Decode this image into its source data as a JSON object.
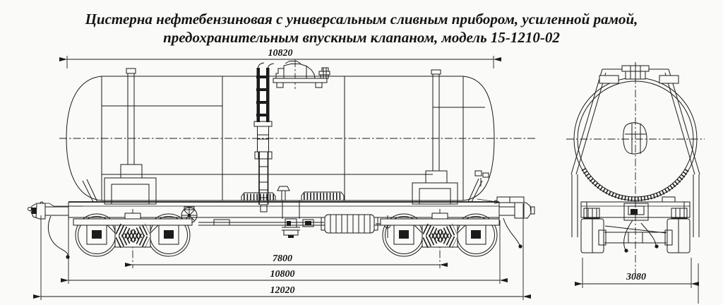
{
  "title": {
    "line1": "Цистерна нефтебензиновая с универсальным сливным прибором, усиленной рамой,",
    "line2": "предохранительным впускным клапаном, модель 15-1210-02"
  },
  "dimensions": {
    "tank_length": "10820",
    "bogie_centers_distance": "7800",
    "frame_length": "10800",
    "overall_length": "12020",
    "body_width": "3080"
  },
  "colors": {
    "ink": "#1b1b1b",
    "paper": "#fafaf8"
  }
}
